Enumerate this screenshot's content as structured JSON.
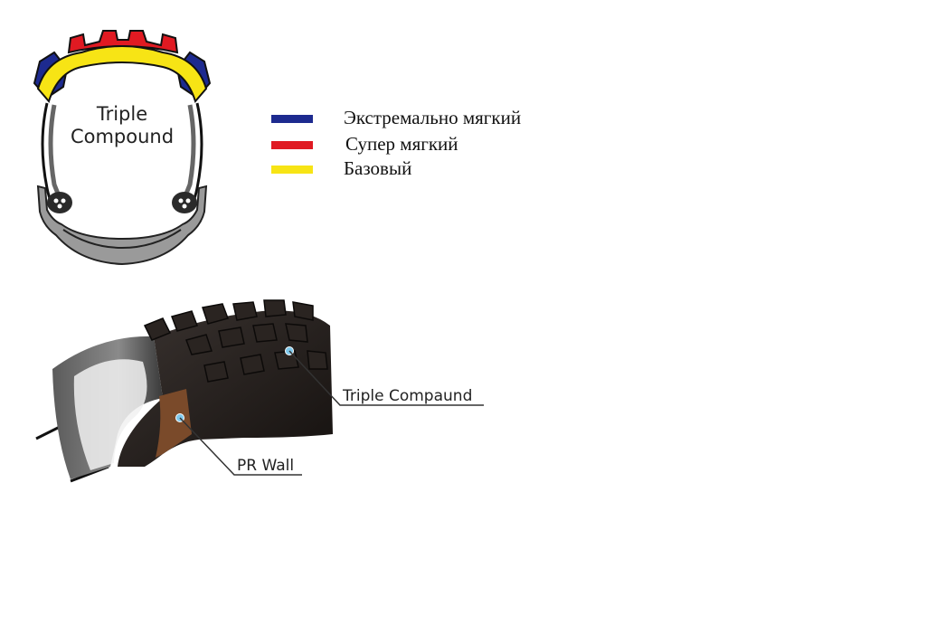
{
  "tire_section": {
    "label_line1": "Triple",
    "label_line2": "Compound"
  },
  "legend": {
    "items": [
      {
        "label": "Экстремально мягкий",
        "color": "#1d2a8f"
      },
      {
        "label": "Супер мягкий",
        "color": "#e01a22"
      },
      {
        "label": "Базовый",
        "color": "#f7e415"
      }
    ]
  },
  "callouts": {
    "triple_compound": "Triple Compaund",
    "pr_wall": "PR Wall"
  },
  "colors": {
    "tread_dark": "#1e1a18",
    "casing_brown": "#7a4a2a",
    "rim_gray": "#8d8d8d",
    "marker_blue": "#7ec8ec"
  }
}
